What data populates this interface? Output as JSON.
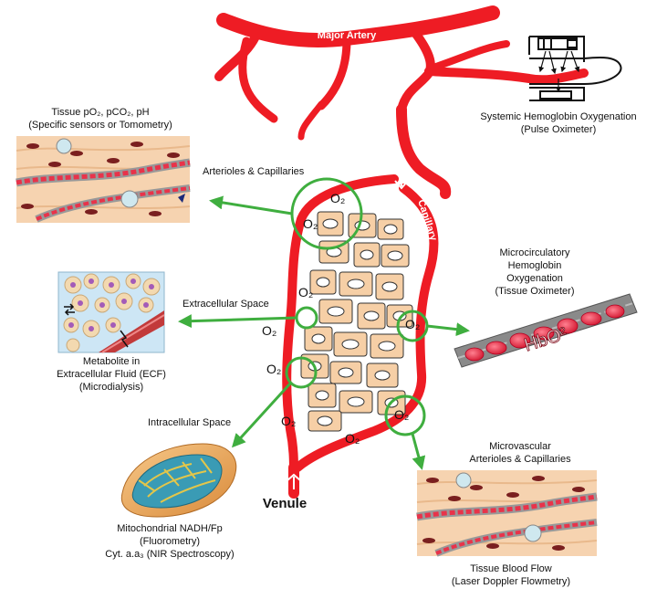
{
  "vessels": {
    "major_artery": "Major Artery",
    "arteriole": "Arteriole",
    "capillary": "Capillary",
    "venule": "Venule"
  },
  "o2_label": "O₂",
  "panels": {
    "tissue_po2": {
      "line1": "Tissue pO₂, pCO₂, pH",
      "line2": "(Specific sensors or Tomometry)"
    },
    "arterioles_capillaries": "Arterioles & Capillaries",
    "systemic": {
      "line1": "Systemic Hemoglobin Oxygenation",
      "line2": "(Pulse Oximeter)"
    },
    "extracellular_space": "Extracellular Space",
    "metabolite": {
      "line1": "Metabolite in",
      "line2": "Extracellular Fluid (ECF)",
      "line3": "(Microdialysis)"
    },
    "microcirculatory": {
      "line1": "Microcirculatory",
      "line2": "Hemoglobin",
      "line3": "Oxygenation",
      "line4": "(Tissue Oximeter)"
    },
    "hbo2": "HbO²",
    "intracellular_space": "Intracellular Space",
    "mitochondrial": {
      "line1": "Mitochondrial NADH/Fp",
      "line2": "(Fluorometry)",
      "line3": "Cyt. a.a₃ (NIR Spectroscopy)"
    },
    "microvascular": {
      "line1": "Microvascular",
      "line2": "Arterioles & Capillaries"
    },
    "blood_flow": {
      "line1": "Tissue Blood Flow",
      "line2": "(Laser Doppler Flowmetry)"
    }
  },
  "colors": {
    "vessel_red": "#ee1c24",
    "arrow_green": "#3fae3f",
    "cell_tan": "#f6cfa6",
    "blood_cell": "#e8334a",
    "ecf_blue": "#cde6f5"
  }
}
